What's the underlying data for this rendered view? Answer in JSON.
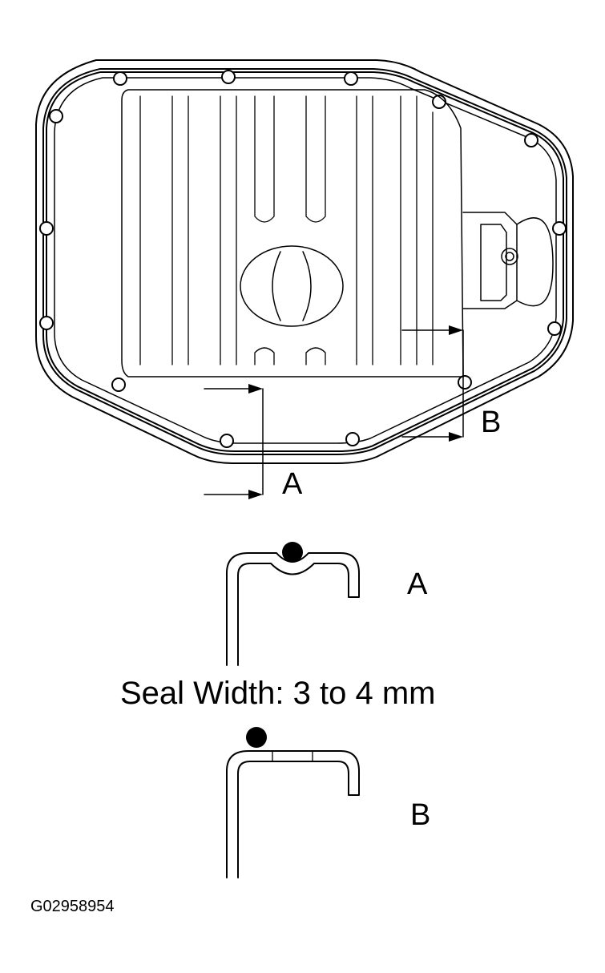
{
  "labels": {
    "section_a_callout": "A",
    "section_b_callout": "B",
    "detail_a": "A",
    "detail_b": "B",
    "seal_width": "Seal Width: 3 to 4 mm",
    "figure_code": "G02958954"
  },
  "colors": {
    "ink": "#000000",
    "paper": "#ffffff",
    "seal_bead": "#000000"
  }
}
